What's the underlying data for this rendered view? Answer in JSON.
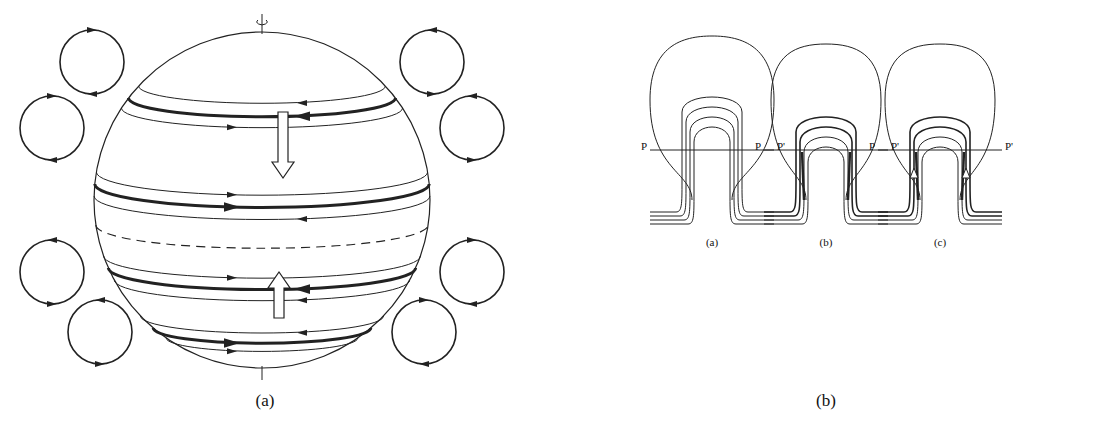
{
  "diagram": {
    "labels": [
      "(a)",
      "(b)",
      "P",
      "P'",
      "(a)",
      "P",
      "P'",
      "(b)",
      "P",
      "P'",
      "(c)"
    ]
  }
}
